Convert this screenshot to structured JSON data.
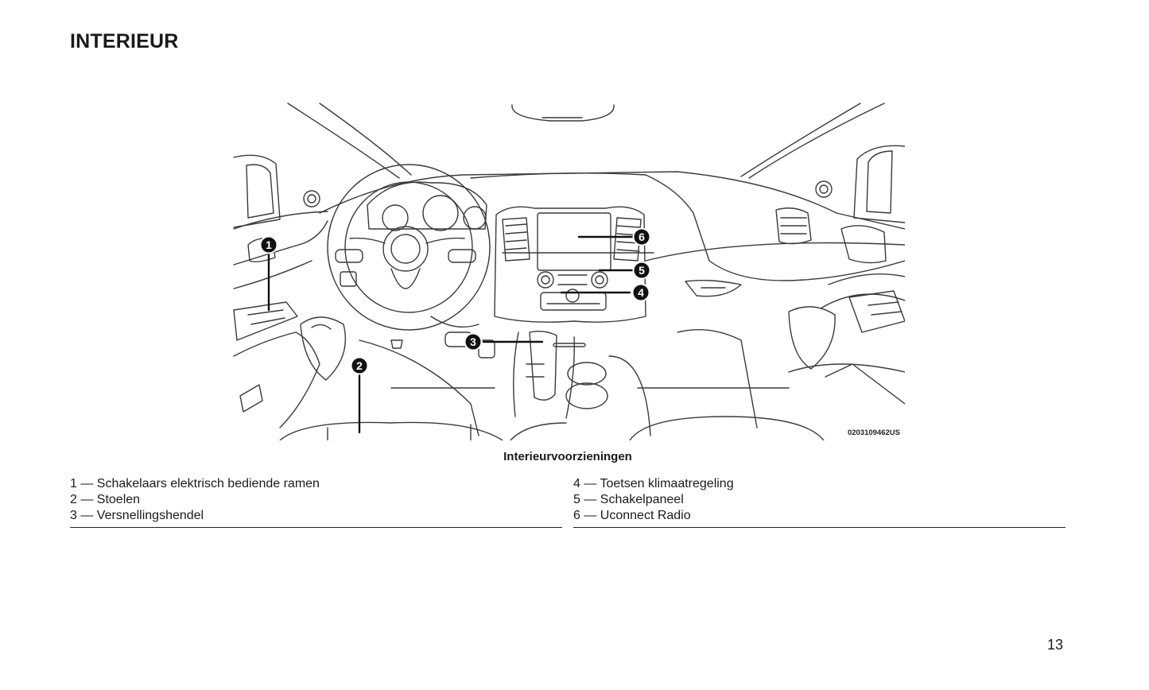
{
  "page": {
    "title": "INTERIEUR",
    "page_number": "13"
  },
  "figure": {
    "image_code": "0203109462US",
    "caption": "Interieurvoorzieningen",
    "callouts": [
      "1",
      "2",
      "3",
      "4",
      "5",
      "6"
    ]
  },
  "legend": {
    "left": [
      "1 — Schakelaars elektrisch bediende ramen",
      "2 — Stoelen",
      "3 — Versnellingshendel"
    ],
    "right": [
      "4 — Toetsen klimaatregeling",
      "5 — Schakelpaneel",
      "6 — Uconnect Radio"
    ]
  }
}
